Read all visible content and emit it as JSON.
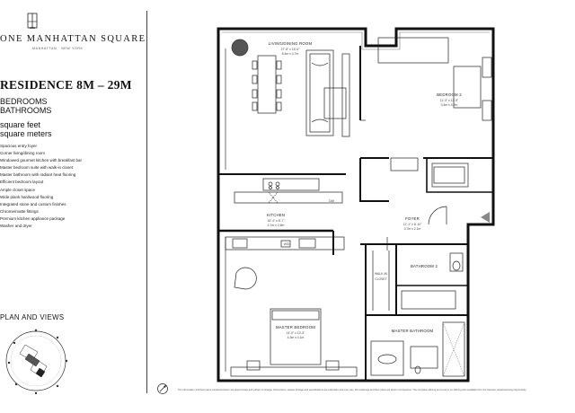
{
  "sidebar": {
    "brand_name": "ONE MANHATTAN SQUARE",
    "brand_sub": "MANHATTAN · NEW YORK",
    "residence_title": "RESIDENCE 8M – 29M",
    "bedrooms": "BEDROOMS",
    "bathrooms": "BATHROOMS",
    "sq_feet": "square feet",
    "sq_meters": "square meters",
    "features": [
      "Spacious entry foyer",
      "Corner living/dining room",
      "Windowed gourmet kitchen with breakfast bar",
      "Master bedroom suite with walk-in closet",
      "Master bathroom with radiant heat flooring",
      "Efficient bedroom layout",
      "Ample closet space",
      "Wide plank hardwood flooring",
      "Integrated stone and custom finishes",
      "Chrome/matte fittings",
      "Premium kitchen appliance package",
      "Washer and dryer"
    ],
    "plan_views_label": "PLAN AND VIEWS"
  },
  "plan": {
    "living_dining": {
      "name": "LIVING/DINING ROOM",
      "dim_ft": "27'-8\" x 15'-6\"",
      "dim_m": "8.4m x 4.7m"
    },
    "bedroom2": {
      "name": "BEDROOM 2",
      "dim_ft": "11'-3\" x 13'-9\"",
      "dim_m": "3.4m x 4.2m"
    },
    "kitchen": {
      "name": "KITCHEN",
      "dim_ft": "15'-4\" x 8'-7\"",
      "dim_m": "4.7m x 2.6m"
    },
    "foyer": {
      "name": "FOYER",
      "dim_ft": "12'-1\" x 6'-10\"",
      "dim_m": "3.7m x 2.1m"
    },
    "bathroom2": {
      "name": "BATHROOM 2"
    },
    "walkin": {
      "line1": "WALK-IN",
      "line2": "CLOSET"
    },
    "master_bedroom": {
      "name": "MASTER BEDROOM",
      "dim_ft": "14'-0\" x 13'-5\"",
      "dim_m": "4.3m x 4.1m"
    },
    "master_bathroom": {
      "name": "MASTER BATHROOM"
    },
    "wd": "W/D",
    "dw": "DW"
  },
  "disclaimer": "The information and floor plans contained herein are approximate and subject to change. Dimensions, square footage and specifications are estimates and may vary. All renderings and floor plans are artist's conceptions. The complete offering terms are in an offering plan available from the Sponsor. Equal Housing Opportunity."
}
